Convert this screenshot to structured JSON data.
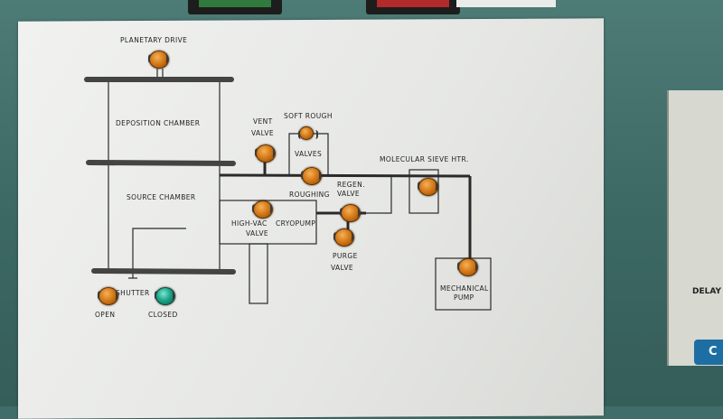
{
  "labels": {
    "planetary_drive": "PLANETARY DRIVE",
    "deposition_chamber": "DEPOSITION CHAMBER",
    "source_chamber": "SOURCE CHAMBER",
    "vent_valve_1": "VENT",
    "vent_valve_2": "VALVE",
    "soft_rough": "SOFT ROUGH",
    "valves": "VALVES",
    "roughing": "ROUGHING",
    "regen_valve_1": "REGEN.",
    "regen_valve_2": "VALVE",
    "molecular_sieve_htr": "MOLECULAR SIEVE HTR.",
    "high_vac_valve_1": "HIGH-VAC",
    "high_vac_valve_2": "VALVE",
    "cryopump": "CRYOPUMP",
    "purge_valve_1": "PURGE",
    "purge_valve_2": "VALVE",
    "mechanical_pump_1": "MECHANICAL",
    "mechanical_pump_2": "PUMP",
    "shutter": "SHUTTER",
    "open": "OPEN",
    "closed": "CLOSED",
    "side_delay": "DELAY",
    "side_tab": "C"
  },
  "indicator_colors": {
    "lamp_amber": "#d67a17",
    "lamp_green": "#1aa58a",
    "cabinet": "#3f6e6a",
    "panel": "#ececea"
  },
  "icons": {
    "indicator_lamp": "indicator-lamp-icon"
  }
}
